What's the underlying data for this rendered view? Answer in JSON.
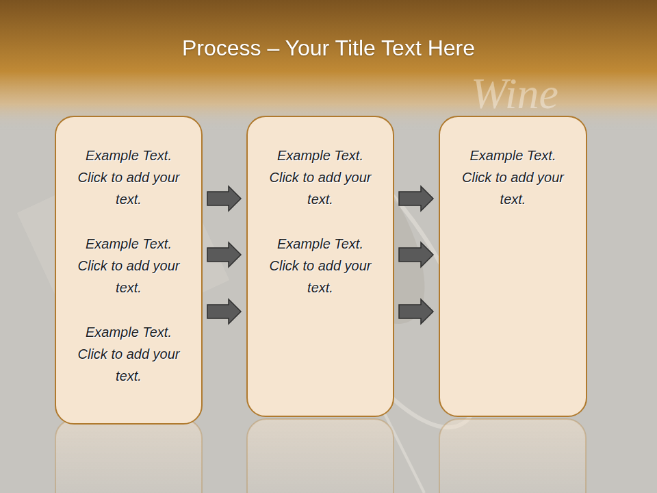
{
  "diagram": {
    "title": "Process – Your Title Text Here",
    "nodes": [
      {
        "text": [
          "Example Text. Click to add your text.",
          "Example Text. Click to add your text.",
          "Example Text. Click to add your text."
        ]
      },
      {
        "text": [
          "Example Text. Click to add your text.",
          "Example Text. Click to add your text."
        ]
      },
      {
        "text": [
          "Example Text. Click to add your text."
        ]
      }
    ],
    "edges": [
      {
        "from": 0,
        "to": 1,
        "arrow": "to"
      },
      {
        "from": 0,
        "to": 1,
        "arrow": "to"
      },
      {
        "from": 0,
        "to": 1,
        "arrow": "to"
      },
      {
        "from": 1,
        "to": 2,
        "arrow": "to"
      },
      {
        "from": 1,
        "to": 2,
        "arrow": "to"
      },
      {
        "from": 1,
        "to": 2,
        "arrow": "to"
      }
    ],
    "labels": [
      "Wine"
    ]
  }
}
